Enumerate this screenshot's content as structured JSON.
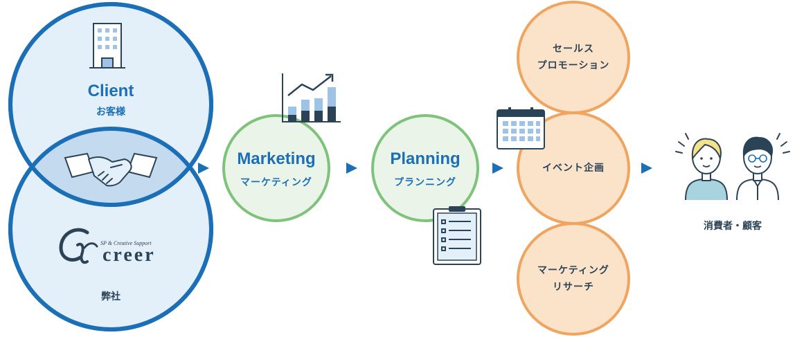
{
  "client": {
    "title": "Client",
    "subtitle": "お客様"
  },
  "company": {
    "logo_tagline": "SP & Creative Support",
    "logo_name": "creer",
    "label": "弊社"
  },
  "marketing": {
    "title": "Marketing",
    "subtitle": "マーケティング"
  },
  "planning": {
    "title": "Planning",
    "subtitle": "プランニング"
  },
  "services": [
    {
      "line1": "セールス",
      "line2": "プロモーション"
    },
    {
      "line1": "イベント企画",
      "line2": ""
    },
    {
      "line1": "マーケティング",
      "line2": "リサーチ"
    }
  ],
  "consumers": {
    "label": "消費者・顧客"
  },
  "colors": {
    "blue": "#1b6fb6",
    "green": "#7dc37a",
    "orange": "#efa560",
    "navy": "#2b4356"
  }
}
